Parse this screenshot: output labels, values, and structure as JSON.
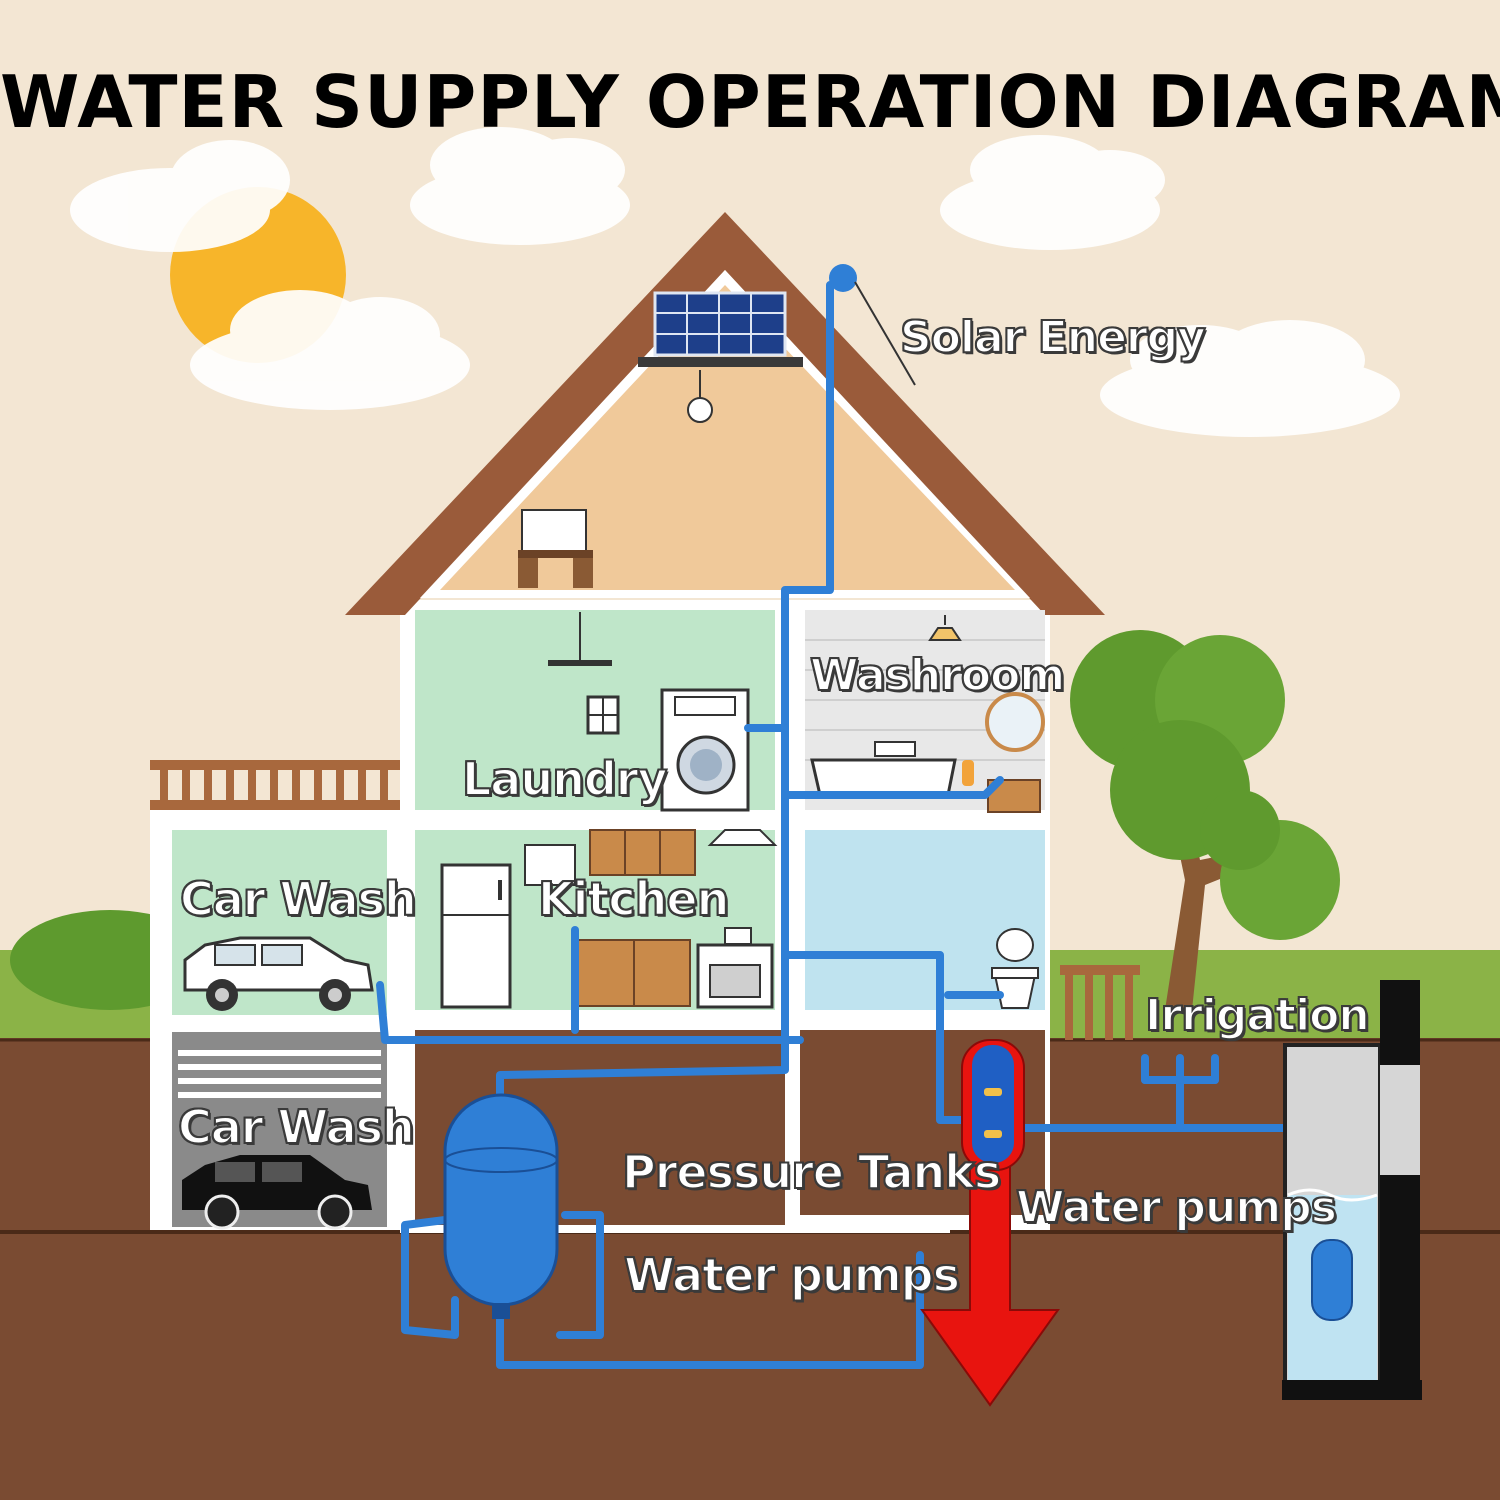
{
  "title": "WATER SUPPLY OPERATION DIAGRAM",
  "labels": {
    "solar_energy": "Solar Energy",
    "washroom": "Washroom",
    "laundry": "Laundry",
    "car_wash_upper": "Car Wash",
    "kitchen": "Kitchen",
    "irrigation": "Irrigation",
    "car_wash_lower": "Car Wash",
    "pressure_tanks": "Pressure Tanks",
    "water_pumps_right": "Water pumps",
    "water_pumps_lower": "Water pumps"
  },
  "colors": {
    "sky": "#f3e6d3",
    "pipe": "#2f7fd6",
    "tank": "#2f7fd6",
    "pump": "#1f5fc4",
    "arrow": "#e8140f",
    "soil": "#7a4b32",
    "grass": "#7aa63e",
    "roof": "#9a5b3a",
    "attic": "#f0c99a",
    "room_green": "#bfe6c9",
    "room_blue": "#bfe3ef",
    "sun": "#f7b52a"
  },
  "icons": [
    "sun-icon",
    "cloud-icon",
    "solar-panel-icon",
    "washing-machine-icon",
    "refrigerator-icon",
    "toilet-icon",
    "bathtub-icon",
    "car-icon",
    "tree-icon",
    "pressure-tank-icon",
    "water-pump-icon",
    "well-icon",
    "sprinkler-icon"
  ]
}
